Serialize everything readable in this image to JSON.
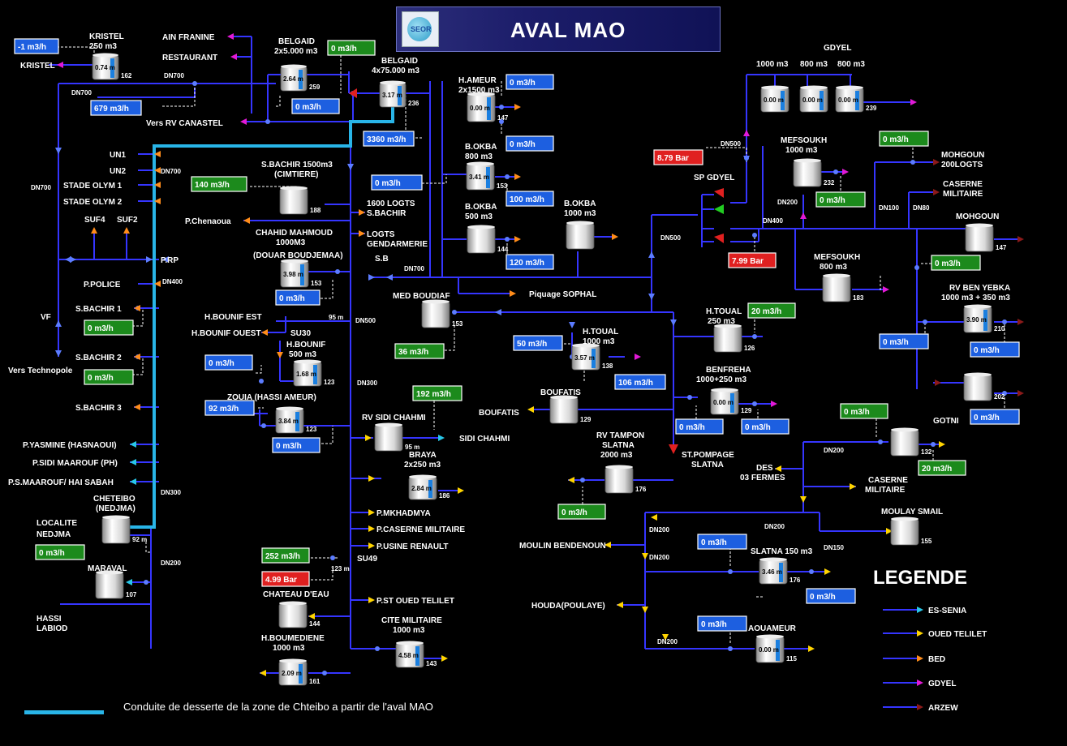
{
  "header": {
    "title": "AVAL MAO",
    "logo_text": "SEOR"
  },
  "footnote": "Conduite de desserte de la zone de Chteibo a partir de l'aval MAO",
  "legend": {
    "title": "LEGENDE",
    "items": [
      {
        "label": "ES-SENIA",
        "color": "#29c7e8"
      },
      {
        "label": "OUED TELILET",
        "color": "#ffd400"
      },
      {
        "label": "BED",
        "color": "#ff8c1a"
      },
      {
        "label": "GDYEL",
        "color": "#e21ad6"
      },
      {
        "label": "ARZEW",
        "color": "#8b1a1a"
      }
    ]
  },
  "colors": {
    "pipe": "#3535ff",
    "blue_box": "#1d5fe0",
    "green_box": "#1c8a1c",
    "red_box": "#e02020",
    "highlight_pipe": "#29b5e8"
  },
  "boxes": [
    {
      "id": "kristel",
      "value": "-1 m3/h",
      "type": "blue"
    },
    {
      "id": "belgaid-2x5000",
      "value": "0 m3/h",
      "type": "green"
    },
    {
      "id": "vers-canastel-a",
      "value": "679 m3/h",
      "type": "blue"
    },
    {
      "id": "vers-canastel-b",
      "value": "0 m3/h",
      "type": "blue"
    },
    {
      "id": "belgaid-4x75000",
      "value": "3360 m3/h",
      "type": "blue"
    },
    {
      "id": "hameur-a",
      "value": "0 m3/h",
      "type": "blue"
    },
    {
      "id": "hameur-b",
      "value": "0 m3/h",
      "type": "blue"
    },
    {
      "id": "bokba-in",
      "value": "0 m3/h",
      "type": "blue"
    },
    {
      "id": "bokba-800",
      "value": "100 m3/h",
      "type": "blue"
    },
    {
      "id": "bokba-500",
      "value": "120 m3/h",
      "type": "blue"
    },
    {
      "id": "sbachir-1500",
      "value": "140 m3/h",
      "type": "green"
    },
    {
      "id": "chahid",
      "value": "0 m3/h",
      "type": "blue"
    },
    {
      "id": "sbachir1",
      "value": "0 m3/h",
      "type": "green"
    },
    {
      "id": "sbachir2",
      "value": "0 m3/h",
      "type": "green"
    },
    {
      "id": "hbounif",
      "value": "0 m3/h",
      "type": "blue"
    },
    {
      "id": "zouia-in",
      "value": "92 m3/h",
      "type": "blue"
    },
    {
      "id": "zouia-out",
      "value": "0 m3/h",
      "type": "blue"
    },
    {
      "id": "med-boudiaf",
      "value": "36 m3/h",
      "type": "green"
    },
    {
      "id": "htoual-1000",
      "value": "50 m3/h",
      "type": "blue"
    },
    {
      "id": "htoual-1000-out",
      "value": "106 m3/h",
      "type": "blue"
    },
    {
      "id": "htoual-250",
      "value": "20 m3/h",
      "type": "green"
    },
    {
      "id": "rv-sidi-chahmi",
      "value": "192 m3/h",
      "type": "green"
    },
    {
      "id": "benfreha-a",
      "value": "0 m3/h",
      "type": "blue"
    },
    {
      "id": "benfreha-b",
      "value": "0 m3/h",
      "type": "blue"
    },
    {
      "id": "rv-tampon",
      "value": "0 m3/h",
      "type": "green"
    },
    {
      "id": "nedjma",
      "value": "0 m3/h",
      "type": "green"
    },
    {
      "id": "su49",
      "value": "252 m3/h",
      "type": "green"
    },
    {
      "id": "pressure-su49",
      "value": "4.99 Bar",
      "type": "red"
    },
    {
      "id": "pressure-gdyel",
      "value": "8.79 Bar",
      "type": "red"
    },
    {
      "id": "pressure-sp",
      "value": "7.99 Bar",
      "type": "red"
    },
    {
      "id": "mefsoukh-1000",
      "value": "0 m3/h",
      "type": "green"
    },
    {
      "id": "mohgoun",
      "value": "0 m3/h",
      "type": "green"
    },
    {
      "id": "mefsoukh-800",
      "value": "0 m3/h",
      "type": "green"
    },
    {
      "id": "ben-yebka-left",
      "value": "0 m3/h",
      "type": "blue"
    },
    {
      "id": "ben-yebka-a",
      "value": "0 m3/h",
      "type": "blue"
    },
    {
      "id": "ben-yebka-b",
      "value": "0 m3/h",
      "type": "blue"
    },
    {
      "id": "gotni-a",
      "value": "0 m3/h",
      "type": "green"
    },
    {
      "id": "gotni-b",
      "value": "20 m3/h",
      "type": "green"
    },
    {
      "id": "slatna-150-in",
      "value": "0 m3/h",
      "type": "blue"
    },
    {
      "id": "slatna-150-out",
      "value": "0 m3/h",
      "type": "blue"
    },
    {
      "id": "aouameur",
      "value": "0 m3/h",
      "type": "blue"
    }
  ],
  "tanks": [
    {
      "id": "kristel",
      "level": "0.74 m",
      "num": "162"
    },
    {
      "id": "belgaid-2x5000",
      "level": "2.64 m",
      "num": "259"
    },
    {
      "id": "belgaid-4x75000",
      "level": "3.17 m",
      "num": "236"
    },
    {
      "id": "hameur",
      "level": "0.00 m",
      "num": "147"
    },
    {
      "id": "bokba-800",
      "level": "3.41 m",
      "num": "153"
    },
    {
      "id": "bokba-500",
      "level": "",
      "num": "144"
    },
    {
      "id": "bokba-1000",
      "level": "",
      "num": ""
    },
    {
      "id": "sbachir-1500",
      "level": "",
      "num": "188"
    },
    {
      "id": "chahid",
      "level": "3.98 m",
      "num": "153"
    },
    {
      "id": "med-boudiaf",
      "level": "",
      "num": "153"
    },
    {
      "id": "hbounif",
      "level": "1.68 m",
      "num": "123"
    },
    {
      "id": "zouia",
      "level": "3.84 m",
      "num": "123"
    },
    {
      "id": "rv-sidi-chahmi",
      "level": "",
      "num": "95 m"
    },
    {
      "id": "braya",
      "level": "2.84 m",
      "num": "186"
    },
    {
      "id": "htoual-1000",
      "level": "3.57 m",
      "num": "138"
    },
    {
      "id": "htoual-250",
      "level": "",
      "num": "126"
    },
    {
      "id": "boufatis",
      "level": "",
      "num": "129"
    },
    {
      "id": "benfreha",
      "level": "0.00 m",
      "num": "129"
    },
    {
      "id": "rv-tampon",
      "level": "",
      "num": "176"
    },
    {
      "id": "cheteibo",
      "level": "",
      "num": "92 m"
    },
    {
      "id": "maraval",
      "level": "",
      "num": "107"
    },
    {
      "id": "chateau-eau",
      "level": "",
      "num": "144"
    },
    {
      "id": "hboumediene",
      "level": "2.09 m",
      "num": "161"
    },
    {
      "id": "cite-militaire",
      "level": "4.58 m",
      "num": "143"
    },
    {
      "id": "gdyel-1",
      "level": "0.00 m",
      "num": ""
    },
    {
      "id": "gdyel-2",
      "level": "0.00 m",
      "num": ""
    },
    {
      "id": "gdyel-3",
      "level": "0.00 m",
      "num": "239"
    },
    {
      "id": "mefsoukh-1000",
      "level": "",
      "num": "232"
    },
    {
      "id": "mefsoukh-800",
      "level": "",
      "num": "183"
    },
    {
      "id": "mohgoun",
      "level": "",
      "num": "147"
    },
    {
      "id": "ben-yebka",
      "level": "3.90 m",
      "num": "210"
    },
    {
      "id": "ben-yebka-2",
      "level": "",
      "num": "202"
    },
    {
      "id": "gotni",
      "level": "",
      "num": "132"
    },
    {
      "id": "moulay-smail",
      "level": "",
      "num": "155"
    },
    {
      "id": "slatna-150",
      "level": "3.46 m",
      "num": "176"
    },
    {
      "id": "aouameur",
      "level": "0.00 m",
      "num": "115"
    }
  ],
  "labels": {
    "kristel_title": "KRISTEL",
    "kristel_cap": "250 m3",
    "kristel_out": "KRISTEL",
    "ain_franine": "AIN FRANINE",
    "restaurant": "RESTAURANT",
    "belgaid1_a": "BELGAID",
    "belgaid1_b": "2x5.000 m3",
    "belgaid2_a": "BELGAID",
    "belgaid2_b": "4x75.000 m3",
    "vers_canastel": "Vers RV CANASTEL",
    "hameur_a": "H.AMEUR",
    "hameur_b": "2x1500 m3",
    "bokba800_a": "B.OKBA",
    "bokba800_b": "800 m3",
    "bokba500_a": "B.OKBA",
    "bokba500_b": "500 m3",
    "bokba1000_a": "B.OKBA",
    "bokba1000_b": "1000 m3",
    "un1": "UN1",
    "un2": "UN2",
    "stade1": "STADE OLYM 1",
    "stade2": "STADE OLYM 2",
    "suf4": "SUF4",
    "suf2": "SUF2",
    "prp": "P.RP",
    "ppolice": "P.POLICE",
    "sbachir1": "S.BACHIR 1",
    "sbachir2": "S.BACHIR 2",
    "sbachir3": "S.BACHIR 3",
    "vf": "VF",
    "vers_technopole": "Vers Technopole",
    "pyasmine": "P.YASMINE (HASNAOUI)",
    "psidi": "P.SIDI MAAROUF (PH)",
    "psmaarouf": "P.S.MAAROUF/ HAI SABAH",
    "localite_a": "LOCALITE",
    "localite_b": "NEDJMA",
    "cheteibo_a": "CHETEIBO",
    "cheteibo_b": "(NEDJMA)",
    "maraval": "MARAVAL",
    "hassi_a": "HASSI",
    "hassi_b": "LABIOD",
    "sbachir1500_a": "S.BACHIR 1500m3",
    "sbachir1500_b": "(CIMTIERE)",
    "pchenaoua": "P.Chenaoua",
    "logts1600_a": "1600 LOGTS",
    "logts1600_b": "S.BACHIR",
    "logts_gend_a": "LOGTS",
    "logts_gend_b": "GENDARMERIE",
    "logts_gend_c": "S.B",
    "chahid_a": "CHAHID MAHMOUD",
    "chahid_b": "1000M3",
    "chahid_c": "(DOUAR BOUDJEMAA)",
    "hbounif_est": "H.BOUNIF EST",
    "hbounif_ouest": "H.BOUNIF OUEST",
    "su30": "SU30",
    "hbounif_a": "H.BOUNIF",
    "hbounif_b": "500 m3",
    "m95": "95 m",
    "zouia": "ZOUIA (HASSI AMEUR)",
    "med_boudiaf": "MED BOUDIAF",
    "piquage": "Piquage SOPHAL",
    "rv_sidi_chahmi": "RV SIDI CHAHMI",
    "sidi_chahmi": "SIDI CHAHMI",
    "braya_a": "BRAYA",
    "braya_b": "2x250 m3",
    "pmkhadmya": "P.MKHADMYA",
    "pcaserne": "P.CASERNE MILITAIRE",
    "pusine": "P.USINE RENAULT",
    "su49": "SU49",
    "m123": "123 m",
    "chateau": "CHATEAU D'EAU",
    "pst_oued": "P.ST OUED TELILET",
    "hboumediene_a": "H.BOUMEDIENE",
    "hboumediene_b": "1000 m3",
    "cite_a": "CITE MILITAIRE",
    "cite_b": "1000 m3",
    "htoual1000_a": "H.TOUAL",
    "htoual1000_b": "1000 m3",
    "htoual250_a": "H.TOUAL",
    "htoual250_b": "250 m3",
    "boufatis1": "BOUFATIS",
    "boufatis2": "BOUFATIS",
    "benfreha_a": "BENFREHA",
    "benfreha_b": "1000+250 m3",
    "rvtampon_a": "RV TAMPON",
    "rvtampon_b": "SLATNA",
    "rvtampon_c": "2000 m3",
    "stpompage_a": "ST.POMPAGE",
    "stpompage_b": "SLATNA",
    "moulin": "MOULIN BENDENOUN",
    "houda": "HOUDA(POULAYE)",
    "des_a": "DES",
    "des_b": "03 FERMES",
    "caserne_b_a": "CASERNE",
    "caserne_b_b": "MILITAIRE",
    "moulay": "MOULAY SMAIL",
    "gotni": "GOTNI",
    "slatna150": "SLATNA 150 m3",
    "aouameur": "AOUAMEUR",
    "gdyel": "GDYEL",
    "gdyel_c1": "1000 m3",
    "gdyel_c2": "800 m3",
    "gdyel_c3": "800 m3",
    "sp_gdyel": "SP GDYEL",
    "mefsoukh1000_a": "MEFSOUKH",
    "mefsoukh1000_b": "1000 m3",
    "mefsoukh800_a": "MEFSOUKH",
    "mefsoukh800_b": "800 m3",
    "mohgoun_logts_a": "MOHGOUN",
    "mohgoun_logts_b": "200LOGTS",
    "caserne_m_a": "CASERNE",
    "caserne_m_b": "MILITAIRE",
    "mohgoun": "MOHGOUN",
    "benyebka_a": "RV BEN YEBKA",
    "benyebka_b": "1000 m3 + 350 m3",
    "dn700a": "DN700",
    "dn700b": "DN700",
    "dn700c": "DN700",
    "dn700d": "DN700",
    "dn400": "DN400",
    "dn500a": "DN500",
    "dn500b": "DN500",
    "dn500c": "DN500",
    "dn300a": "DN300",
    "dn300b": "DN300",
    "dn200a": "DN200",
    "dn200b": "DN200",
    "dn200c": "DN200",
    "dn200d": "DN200",
    "dn200e": "DN200",
    "dn200f": "DN200",
    "dn200g": "DN200",
    "dn150": "DN150",
    "dn100": "DN100",
    "dn80": "DN80",
    "dn400b": "DN400"
  }
}
